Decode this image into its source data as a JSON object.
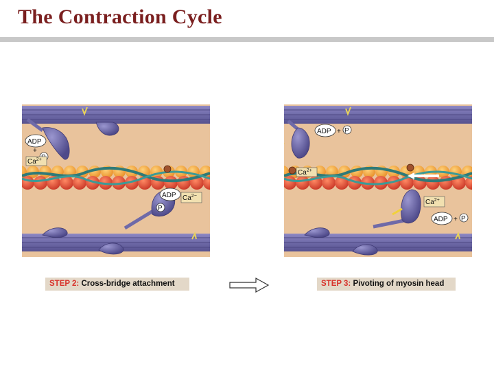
{
  "slide": {
    "title": "The Contraction Cycle"
  },
  "step2": {
    "caption_label": "STEP 2:",
    "caption_text": "Cross-bridge attachment",
    "labels": {
      "adp_top": "ADP",
      "plus_top": "+",
      "p_top": "P",
      "ca_top": "Ca",
      "ca_top_sup": "2+",
      "adp_lower": "ADP",
      "p_lower": "P",
      "ca_lower": "Ca",
      "ca_lower_sup": "2−"
    }
  },
  "step3": {
    "caption_label": "STEP 3:",
    "caption_text": "Pivoting of myosin head",
    "labels": {
      "adp_top": "ADP",
      "plus_top": "+",
      "p_top": "P",
      "ca_left": "Ca",
      "ca_left_sup": "2+",
      "ca_right": "Ca",
      "ca_right_sup": "2+",
      "adp_lower": "ADP",
      "plus_lower": "+",
      "p_lower": "P"
    }
  },
  "colors": {
    "title": "#7a1f1f",
    "background_tan": "#e9c39c",
    "myosin_purple": "#6f6aa8",
    "actin_orange": "#f3a844",
    "actin_red": "#e2553e",
    "tropomyosin_teal": "#2f7a78",
    "caption_bg": "#e3d8c8",
    "caption_label": "#d8322b"
  }
}
